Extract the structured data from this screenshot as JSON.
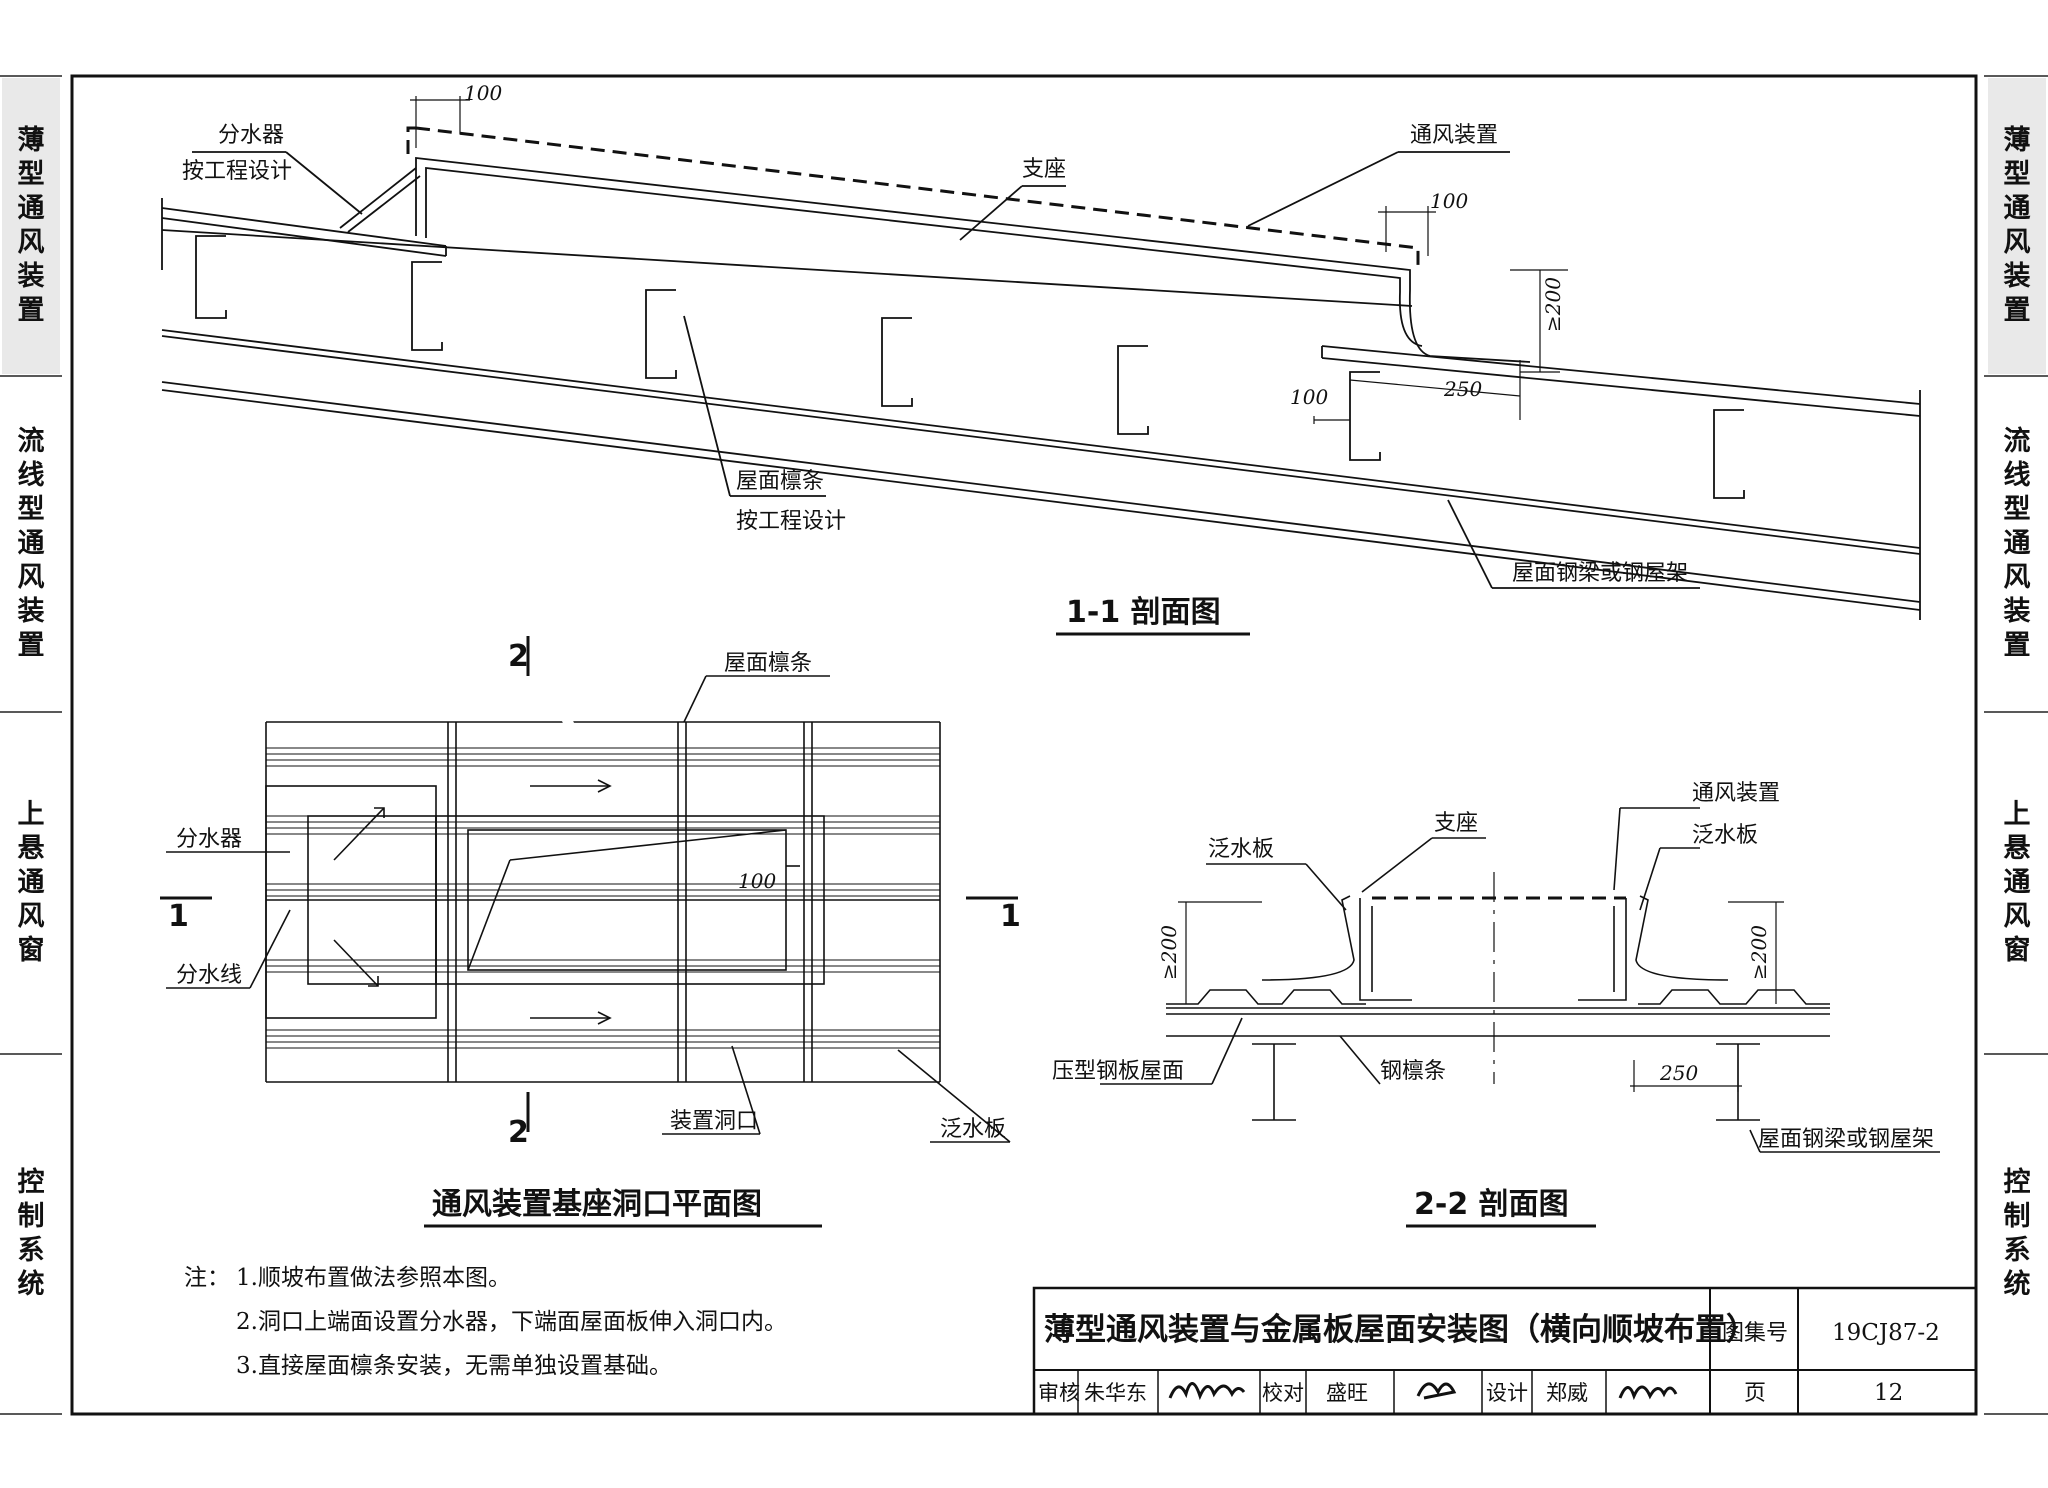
{
  "side_tabs": [
    {
      "label": "薄型通风装置",
      "active": true
    },
    {
      "label": "流线型通风装置",
      "active": false
    },
    {
      "label": "上悬通风窗",
      "active": false
    },
    {
      "label": "控制系统",
      "active": false
    }
  ],
  "section_1_1": {
    "title": "1-1 剖面图",
    "labels": {
      "diverter": "分水器",
      "diverter_note": "按工程设计",
      "support": "支座",
      "vent_device": "通风装置",
      "purlin": "屋面檩条",
      "purlin_note": "按工程设计",
      "steel_beam": "屋面钢梁或钢屋架"
    },
    "dims": {
      "d100_top_left": "100",
      "d100_top_right": "100",
      "d200": "≥200",
      "d100_bottom": "100",
      "d250": "250"
    }
  },
  "plan_view": {
    "title": "通风装置基座洞口平面图",
    "labels": {
      "purlin": "屋面檩条",
      "diverter": "分水器",
      "diverter_line": "分水线",
      "opening": "装置洞口",
      "flashing": "泛水板"
    },
    "section_marks": {
      "top": "2",
      "bottom": "2",
      "left": "1",
      "right": "1"
    },
    "dims": {
      "d100": "100"
    }
  },
  "section_2_2": {
    "title": "2-2 剖面图",
    "labels": {
      "support": "支座",
      "vent_device": "通风装置",
      "flashing_left": "泛水板",
      "flashing_right": "泛水板",
      "deck": "压型钢板屋面",
      "steel_purlin": "钢檩条",
      "steel_beam": "屋面钢梁或钢屋架"
    },
    "dims": {
      "d200_left": "≥200",
      "d200_right": "≥200",
      "d250": "250"
    }
  },
  "notes": {
    "prefix": "注：",
    "items": [
      "1.顺坡布置做法参照本图。",
      "2.洞口上端面设置分水器，下端面屋面板伸入洞口内。",
      "3.直接屋面檩条安装，无需单独设置基础。"
    ]
  },
  "title_block": {
    "title": "薄型通风装置与金属板屋面安装图（横向顺坡布置）",
    "atlas_label": "图集号",
    "atlas_no": "19CJ87-2",
    "review_label": "审核",
    "reviewer": "朱华东",
    "check_label": "校对",
    "checker": "盛旺",
    "design_label": "设计",
    "designer": "郑威",
    "page_label": "页",
    "page_no": "12"
  }
}
